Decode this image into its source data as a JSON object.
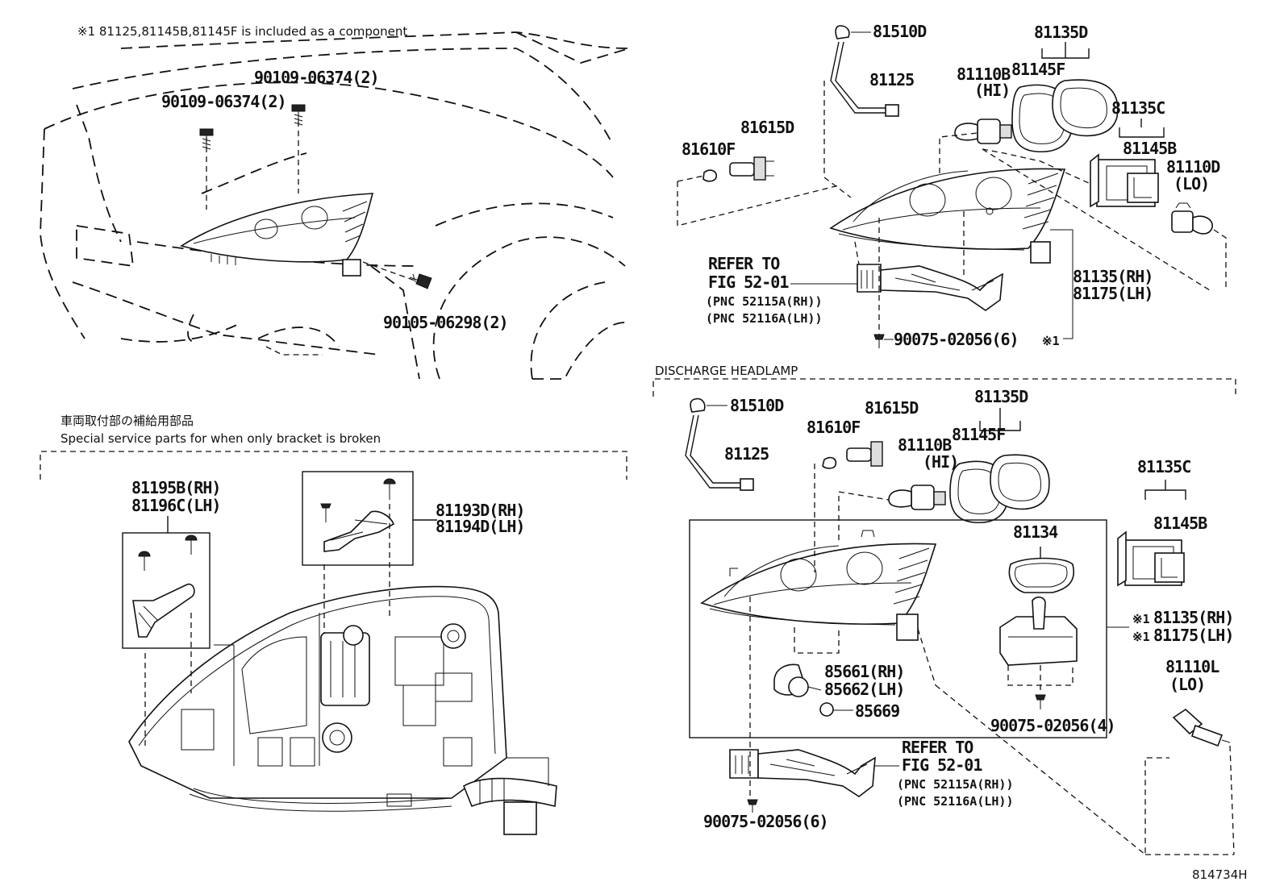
{
  "header": {
    "component_note": "※1 81125,81145B,81145F is included as a component"
  },
  "vehicle_view": {
    "labels": {
      "bolt_upper_right": "90109-06374(2)",
      "bolt_upper_left": "90109-06374(2)",
      "bolt_lower": "90105-06298(2)"
    }
  },
  "halogen_headlamp": {
    "labels": {
      "socket_wire": "81510D",
      "wire_harness": "81125",
      "bulb_hi": "81110B",
      "hi": "(HI)",
      "cover_set": "81135D",
      "cover": "81145F",
      "socket": "81615D",
      "bulb_small": "81610F",
      "cover_set_c": "81135C",
      "cover_b": "81145B",
      "bulb_lo": "81110D",
      "lo": "(LO)",
      "unit_rh": "81135(RH)",
      "unit_lh": "81175(LH)",
      "refer_to": "REFER TO",
      "fig": "FIG 52-01",
      "pnc_rh": "(PNC 52115A(RH))",
      "pnc_lh": "(PNC 52116A(LH))",
      "screw": "90075-02056(6)",
      "mark": "※1"
    }
  },
  "bracket_section": {
    "title_jp": "車両取付部の補給用部品",
    "title_en": "Special service parts for when only bracket is broken",
    "labels": {
      "bracket_a_rh": "81195B(RH)",
      "bracket_a_lh": "81196C(LH)",
      "bracket_b_rh": "81193D(RH)",
      "bracket_b_lh": "81194D(LH)"
    }
  },
  "discharge_headlamp": {
    "title": "DISCHARGE HEADLAMP",
    "labels": {
      "socket_wire": "81510D",
      "wire_harness": "81125",
      "bulb_small": "81610F",
      "socket": "81615D",
      "bulb_hi": "81110B",
      "hi": "(HI)",
      "cover_set": "81135D",
      "cover": "81145F",
      "cover_set_c": "81135C",
      "cover_b": "81145B",
      "ballast": "81134",
      "mark_rh": "※1",
      "unit_rh": "81135(RH)",
      "mark_lh": "※1",
      "unit_lh": "81175(LH)",
      "leveling_rh": "85661(RH)",
      "leveling_lh": "85662(LH)",
      "o_ring": "85669",
      "screw4": "90075-02056(4)",
      "bulb_lo": "81110L",
      "lo": "(LO)",
      "refer_to": "REFER TO",
      "fig": "FIG 52-01",
      "pnc_rh": "(PNC 52115A(RH))",
      "pnc_lh": "(PNC 52116A(LH))",
      "screw6": "90075-02056(6)"
    }
  },
  "footer": {
    "diagram_id": "814734H"
  }
}
